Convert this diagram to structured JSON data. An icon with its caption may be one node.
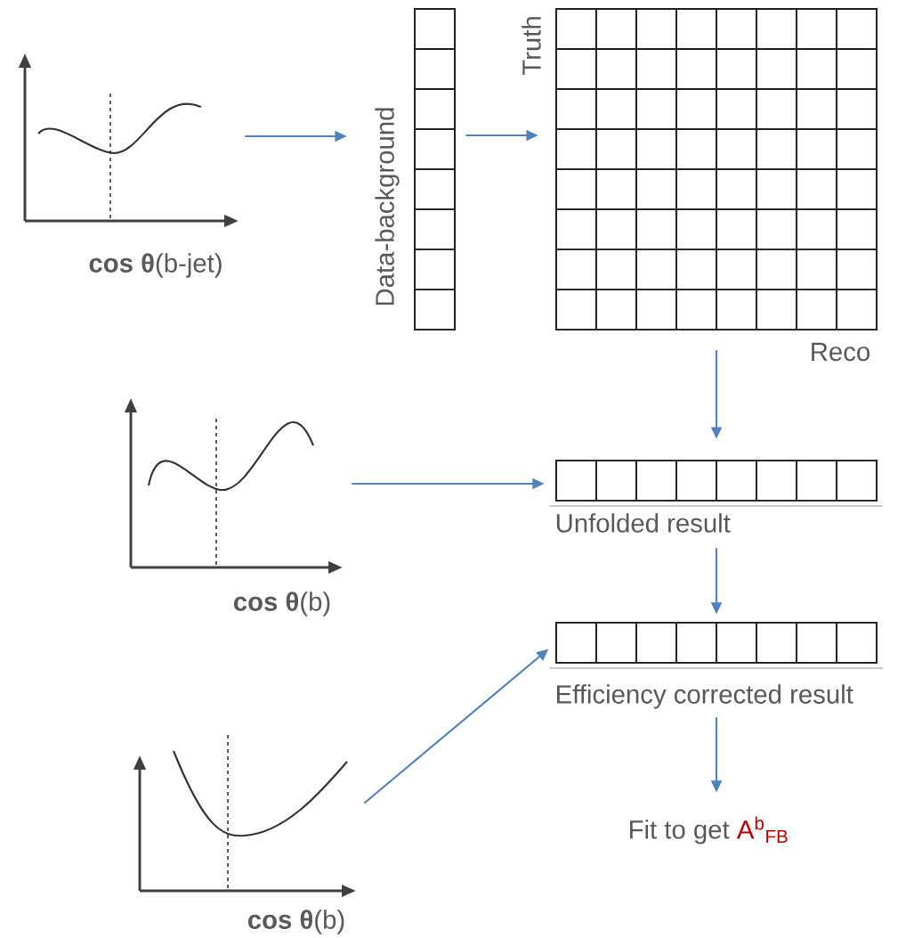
{
  "diagram": {
    "nodes": [
      {
        "text": [
          "**cos θ**(b-jet)"
        ]
      },
      {
        "text": [
          "Data-background"
        ]
      },
      {
        "text": [
          "Truth",
          "Reco"
        ]
      },
      {
        "text": [
          "**cos θ**(b)"
        ]
      },
      {
        "text": [
          "Unfolded result"
        ]
      },
      {
        "text": [
          "**cos θ**(b)"
        ]
      },
      {
        "text": [
          "Efficiency corrected result"
        ]
      },
      {
        "text": [
          "Fit to get",
          "A$^{b}$$_{FB}$"
        ]
      }
    ],
    "edges": [
      {
        "from": 0,
        "to": 1,
        "arrow": "to"
      },
      {
        "from": 1,
        "to": 2,
        "arrow": "to"
      },
      {
        "from": 2,
        "to": 4,
        "arrow": "to"
      },
      {
        "from": 3,
        "to": 4,
        "arrow": "to"
      },
      {
        "from": 4,
        "to": 6,
        "arrow": "to"
      },
      {
        "from": 5,
        "to": 6,
        "arrow": "to"
      },
      {
        "from": 6,
        "to": 7,
        "arrow": "to"
      }
    ]
  }
}
